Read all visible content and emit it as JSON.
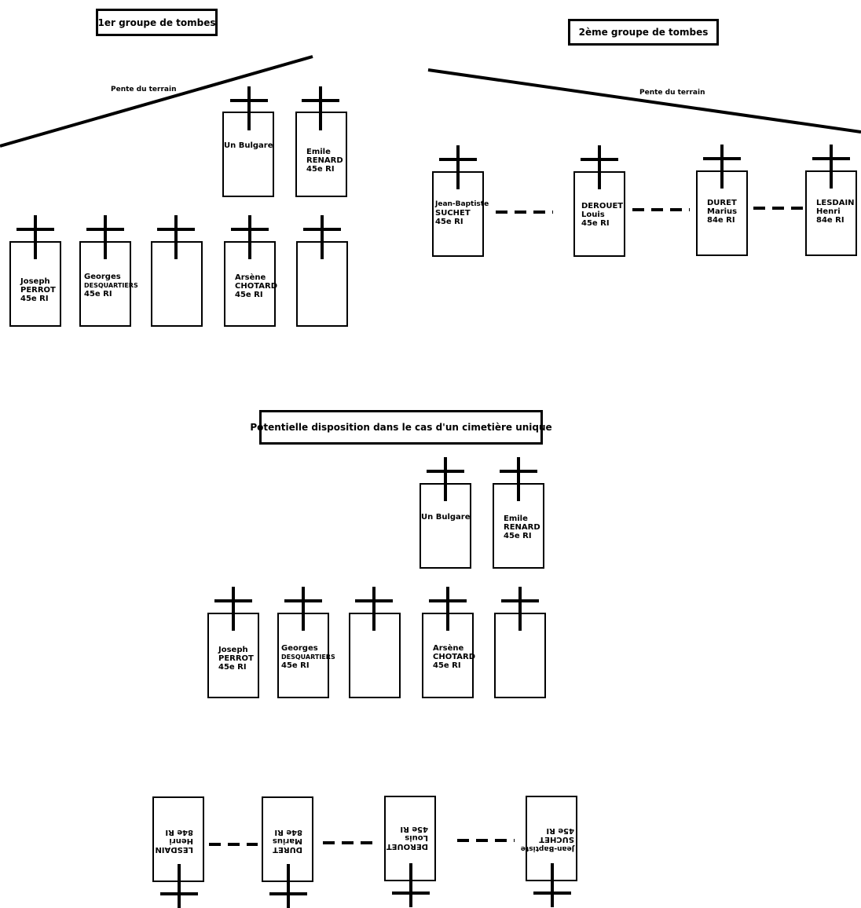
{
  "titles": {
    "group1": "1er groupe de tombes",
    "group2": "2ème groupe de tombes",
    "unique": "Potentielle disposition dans le cas d'un cimetière unique"
  },
  "slope": {
    "group1": "Pente du terrain",
    "group2": "Pente du terrain"
  },
  "graves": {
    "bulgare": [
      "Un Bulgare"
    ],
    "renard": [
      "Emile",
      "RENARD",
      "45e RI"
    ],
    "perrot": [
      "Joseph",
      "PERROT",
      "45e RI"
    ],
    "desquartiers": [
      "Georges",
      "DESQUARTIERS",
      "45e RI"
    ],
    "chotard": [
      "Arsène",
      "CHOTARD",
      "45e RI"
    ],
    "suchet": [
      "Jean-Baptiste",
      "SUCHET",
      "45e RI"
    ],
    "derouet": [
      "DEROUET",
      "Louis",
      "45e RI"
    ],
    "duret": [
      "DURET",
      "Marius",
      "84e RI"
    ],
    "lesdain": [
      "LESDAIN",
      "Henri",
      "84e RI"
    ]
  }
}
